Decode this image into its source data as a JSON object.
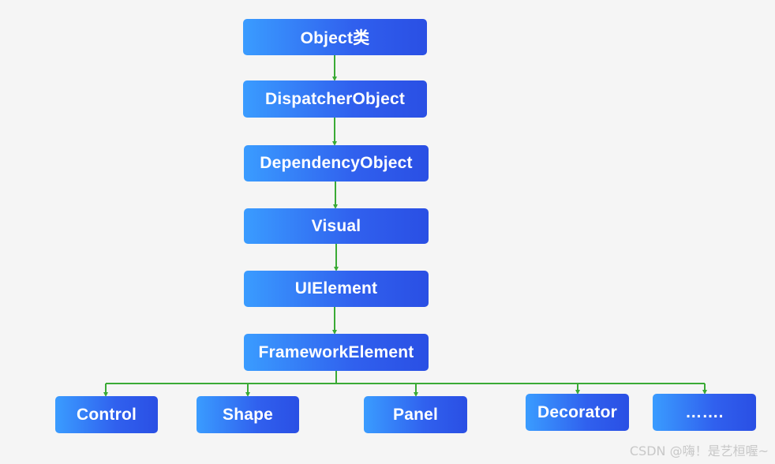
{
  "diagram": {
    "nodes": {
      "object": "Object类",
      "dispatcher_object": "DispatcherObject",
      "dependency_object": "DependencyObject",
      "visual": "Visual",
      "ui_element": "UIElement",
      "framework_element": "FrameworkElement",
      "control": "Control",
      "shape": "Shape",
      "panel": "Panel",
      "decorator": "Decorator",
      "more": "……."
    },
    "edges": [
      {
        "from": "object",
        "to": "dispatcher_object"
      },
      {
        "from": "dispatcher_object",
        "to": "dependency_object"
      },
      {
        "from": "dependency_object",
        "to": "visual"
      },
      {
        "from": "visual",
        "to": "ui_element"
      },
      {
        "from": "ui_element",
        "to": "framework_element"
      },
      {
        "from": "framework_element",
        "to": "control"
      },
      {
        "from": "framework_element",
        "to": "shape"
      },
      {
        "from": "framework_element",
        "to": "panel"
      },
      {
        "from": "framework_element",
        "to": "decorator"
      },
      {
        "from": "framework_element",
        "to": "more"
      }
    ],
    "connector_color": "#3aaa35",
    "node_gradient": [
      "#3a9cff",
      "#2a4fe4"
    ]
  },
  "watermark": "CSDN @嗨！是艺桓喔~"
}
